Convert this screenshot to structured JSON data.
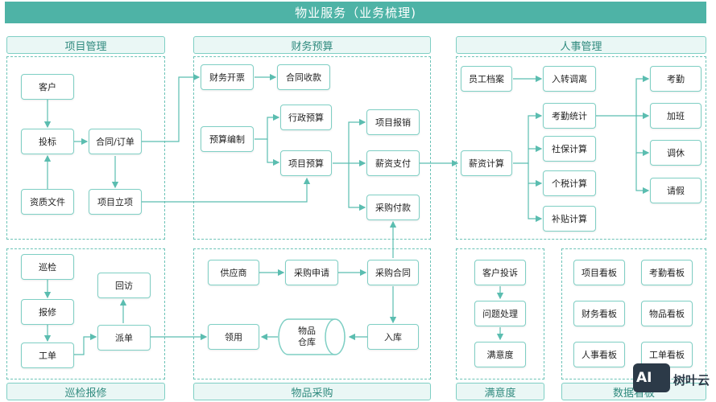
{
  "title": "物业服务（业务梳理)",
  "sections": {
    "xmgl": "项目管理",
    "cwys": "财务预算",
    "rsgl": "人事管理",
    "xjbx": "巡检报修",
    "wpcg": "物品采购",
    "myd": "满意度",
    "sjkb": "数据看板"
  },
  "nodes": {
    "kehu": "客户",
    "toubiao": "投标",
    "zizhi": "资质文件",
    "hetong_dingdan": "合同/订单",
    "xiangmu_lixiang": "项目立项",
    "caiwu_kaipiao": "财务开票",
    "hetong_shoukuan": "合同收款",
    "yusuan_bianzhi": "预算编制",
    "xingzheng_yusuan": "行政预算",
    "xiangmu_yusuan": "项目预算",
    "xiangmu_baoxiao": "项目报销",
    "xinzi_zhifu": "薪资支付",
    "caigou_fukuan": "采购付款",
    "yuangong_dangan": "员工档案",
    "ruzhuan_diaoli": "入转调离",
    "kaoqin_tongji": "考勤统计",
    "shebao_jisuan": "社保计算",
    "xinzi_jisuan": "薪资计算",
    "geshui_jisuan": "个税计算",
    "butie_jisuan": "补贴计算",
    "kaoqin": "考勤",
    "jiaban": "加班",
    "tiaoxiu": "调休",
    "qingjia": "请假",
    "xunjian": "巡检",
    "baoxiu": "报修",
    "gongdan": "工单",
    "huifang": "回访",
    "paidan": "派单",
    "gongyingshang": "供应商",
    "caigou_shenqing": "采购申请",
    "caigou_hetong": "采购合同",
    "lingyong": "领用",
    "wupin_cangku_1": "物品",
    "wupin_cangku_2": "仓库",
    "ruku": "入库",
    "kehu_tousu": "客户投诉",
    "wenti_chuli": "问题处理",
    "manyidu": "满意度",
    "xm_kanban": "项目看板",
    "kq_kanban": "考勤看板",
    "cw_kanban": "财务看板",
    "wp_kanban": "物品看板",
    "rs_kanban": "人事看板",
    "gd_kanban": "工单看板"
  },
  "brand": {
    "logo": "AI",
    "name": "树叶云"
  },
  "colors": {
    "primary": "#4eb3a6",
    "border": "#7fcfc4",
    "line": "#5bbdb0"
  }
}
